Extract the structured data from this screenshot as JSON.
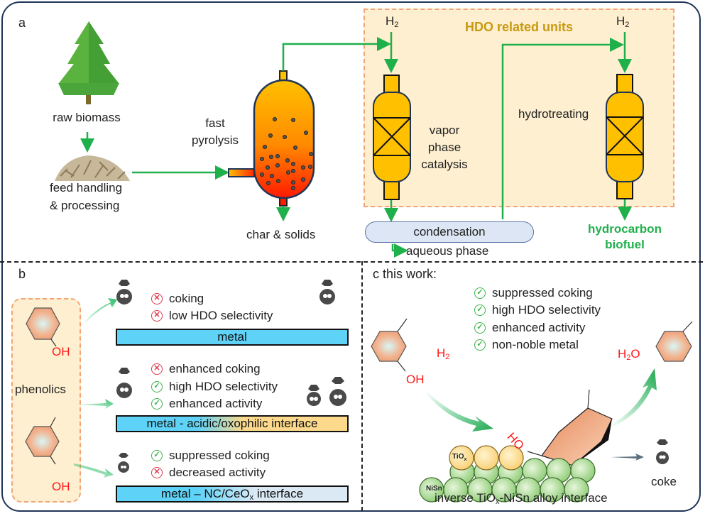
{
  "panel_a": {
    "label": "a",
    "raw_biomass": "raw biomass",
    "feed_handling_line1": "feed handling",
    "feed_handling_line2": "& processing",
    "fast_pyrolysis_line1": "fast",
    "fast_pyrolysis_line2": "pyrolysis",
    "char_solids": "char & solids",
    "hdo_title": "HDO related units",
    "h2_left": "H",
    "h2_right": "H",
    "h2_sub": "2",
    "vapor_line1": "vapor",
    "vapor_line2": "phase",
    "vapor_line3": "catalysis",
    "hydrotreating": "hydrotreating",
    "condensation": "condensation",
    "aqueous_phase": "aqueous phase",
    "biofuel_line1": "hydrocarbon",
    "biofuel_line2": "biofuel"
  },
  "panel_b": {
    "label": "b",
    "phenolics": "phenolics",
    "oh1": "OH",
    "oh2": "OH",
    "groups": [
      {
        "items": [
          {
            "status": "bad",
            "text": "coking"
          },
          {
            "status": "bad",
            "text": "low HDO selectivity"
          }
        ],
        "bar": "metal"
      },
      {
        "items": [
          {
            "status": "bad",
            "text": "enhanced coking"
          },
          {
            "status": "good",
            "text": "high HDO selectivity"
          },
          {
            "status": "good",
            "text": "enhanced activity"
          }
        ],
        "bar": "metal - acidic/oxophilic interface"
      },
      {
        "items": [
          {
            "status": "good",
            "text": "suppressed coking"
          },
          {
            "status": "bad",
            "text": "decreased activity"
          }
        ],
        "bar_pre": "metal – NC/CeO",
        "bar_sub": "x",
        "bar_post": " interface"
      }
    ]
  },
  "panel_c": {
    "label": "c this work:",
    "items": [
      {
        "status": "good",
        "text": "suppressed coking"
      },
      {
        "status": "good",
        "text": "high HDO selectivity"
      },
      {
        "status": "good",
        "text": "enhanced activity"
      },
      {
        "status": "good",
        "text": "non-noble metal"
      }
    ],
    "h2": "H",
    "h2_sub": "2",
    "h2o_pre": "H",
    "h2o_sub": "2",
    "h2o_post": "O",
    "oh": "OH",
    "ho": "HO",
    "tiox": "TiO",
    "tiox_sub": "x",
    "nisn": "NiSn",
    "coke": "coke",
    "interface_pre": "inverse TiO",
    "interface_sub": "x",
    "interface_post": "-NiSn alloy interface"
  },
  "colors": {
    "flow_green": "#1fb04b",
    "hdo_gold": "#c99a10",
    "bad_red": "#e0384b",
    "good_green": "#3cb54a",
    "metal_blue": "#5fd3f7",
    "frame_navy": "#1f3556"
  }
}
